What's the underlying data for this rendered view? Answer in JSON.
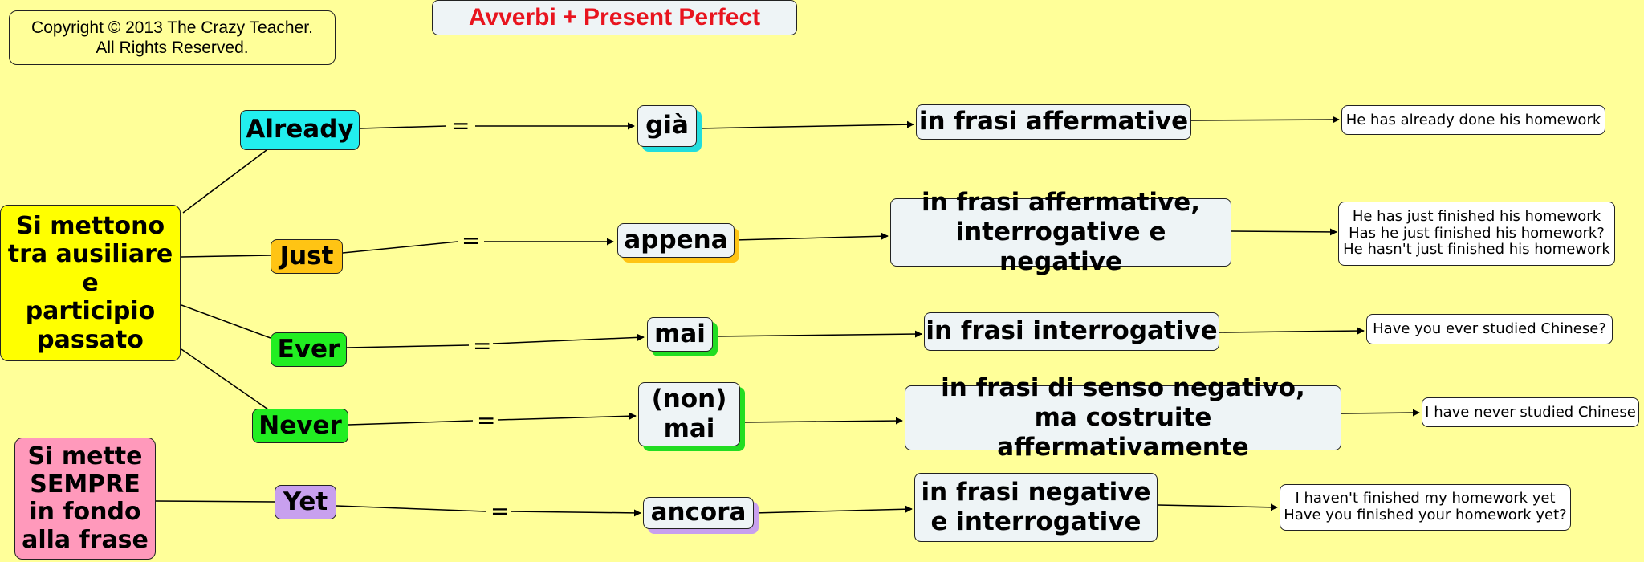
{
  "copyright": "Copyright © 2013 The Crazy Teacher.\nAll Rights Reserved.",
  "title": "Avverbi + Present Perfect",
  "central": "Si mettono\ntra ausiliare\ne\nparticipio\npassato",
  "side_note": "Si mette\nSEMPRE\nin fondo\nalla frase",
  "equals": "=",
  "rows": [
    {
      "adverb": "Already",
      "translation": "già",
      "usage": "in frasi affermative",
      "example": "He has already done his homework"
    },
    {
      "adverb": "Just",
      "translation": "appena",
      "usage": "in frasi affermative,\ninterrogative e negative",
      "example": "He has just finished his homework\nHas he just finished his homework?\nHe hasn't just finished his homework"
    },
    {
      "adverb": "Ever",
      "translation": "mai",
      "usage": "in frasi interrogative",
      "example": "Have you ever studied Chinese?"
    },
    {
      "adverb": "Never",
      "translation": "(non)\nmai",
      "usage": "in frasi di senso negativo,\nma costruite affermativamente",
      "example": "I have never studied Chinese"
    },
    {
      "adverb": "Yet",
      "translation": "ancora",
      "usage": "in frasi negative\ne interrogative",
      "example": "I haven't finished my homework yet\nHave you finished your homework yet?"
    }
  ],
  "colors": {
    "background": "#ffff99",
    "title_text": "#e8141e",
    "central_fill": "#ffff00",
    "side_note_fill": "#ff99bb",
    "already": "#22eeee",
    "just": "#ffc414",
    "ever": "#22ee22",
    "never": "#22ee22",
    "yet": "#c8a0ee",
    "box_fill": "#eef4f6",
    "example_fill": "#ffffff"
  }
}
